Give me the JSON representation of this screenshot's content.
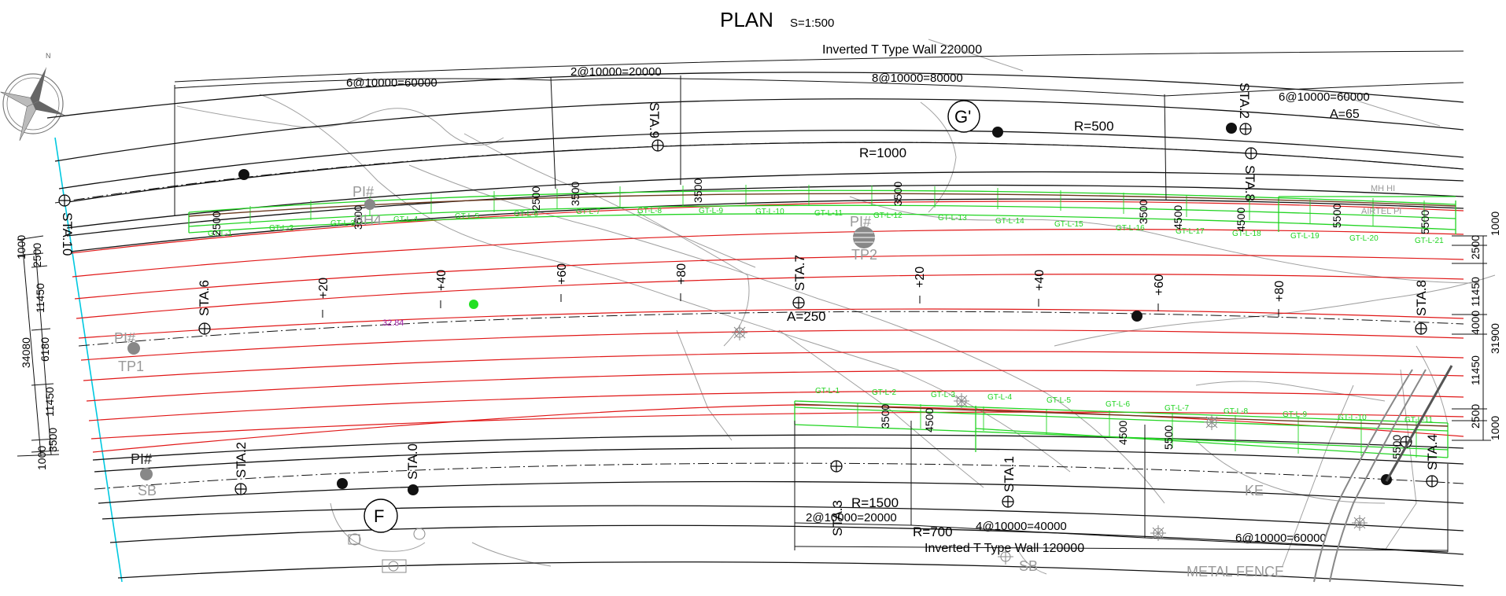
{
  "title": {
    "main": "PLAN",
    "scale": "S=1:500"
  },
  "walls": {
    "top": "Inverted T Type Wall 220000",
    "bottom": "Inverted T Type Wall 120000"
  },
  "top_dims": [
    "6@10000=60000",
    "2@10000=20000",
    "8@10000=80000",
    "6@10000=60000"
  ],
  "bottom_dims": [
    "2@10000=20000",
    "4@10000=40000",
    "6@10000=60000"
  ],
  "curves": {
    "a65": "A=65",
    "r500": "R=500",
    "r1000": "R=1000",
    "a250": "A=250",
    "r1500": "R=1500",
    "r700": "R=700"
  },
  "section_marks": {
    "g": "G'",
    "f": "F"
  },
  "stations": [
    "STA.9",
    "STA.2",
    "STA.8",
    "STA.10",
    "STA.6",
    "STA.7",
    "STA.8",
    "STA.2",
    "STA.0",
    "STA.3",
    "STA.1",
    "STA.4"
  ],
  "chainage": [
    "+20",
    "+40",
    "+60",
    "+80",
    "+20",
    "+40",
    "+60",
    "+80"
  ],
  "gt_top": [
    "GT-L-1",
    "GT-L-2",
    "GT-L-3",
    "GT-L-4",
    "GT-L-5",
    "GT-L-6",
    "GT-L-7",
    "GT-L-8",
    "GT-L-9",
    "GT-L-10",
    "GT-L-11",
    "GT-L-12",
    "GT-L-13",
    "GT-L-14",
    "GT-L-15",
    "GT-L-16",
    "GT-L-17",
    "GT-L-18",
    "GT-L-19",
    "GT-L-20",
    "GT-L-21"
  ],
  "gt_bottom": [
    "GT-L-1",
    "GT-L-2",
    "GT-L-3",
    "GT-L-4",
    "GT-L-5",
    "GT-L-6",
    "GT-L-7",
    "GT-L-8",
    "GT-L-9",
    "GT-L-10",
    "GT-L-11"
  ],
  "wall_dims_top": [
    "2500",
    "3500",
    "2500",
    "3500",
    "3500",
    "3500",
    "3500",
    "4500",
    "4500",
    "5500",
    "5500"
  ],
  "wall_dims_bottom": [
    "3500",
    "4500",
    "4500",
    "5500",
    "5500"
  ],
  "left_dims": [
    "1000",
    "2500",
    "11450",
    "6180",
    "11450",
    "3500",
    "1000",
    "34080"
  ],
  "right_dims": [
    "1000",
    "2500",
    "11450",
    "4000",
    "11450",
    "2500",
    "1000",
    "31900"
  ],
  "points": {
    "pi_a": "PI#",
    "pi_b": "PI#",
    "pi_c": "PI#",
    "bh4": "BH4",
    "tp2": "TP2",
    "tp1": "TP1",
    "sb1": "SB",
    "sb2": "SB",
    "ke": "KE",
    "mhhi": "MH HI",
    "airtel": "AIRTEL PI",
    "level": "32.84",
    "fence": "METAL FENCE"
  },
  "colors": {
    "wall": "#22d422",
    "road": "#e01818",
    "cyan": "#00c8e0",
    "terrain": "#9a9a9a"
  }
}
